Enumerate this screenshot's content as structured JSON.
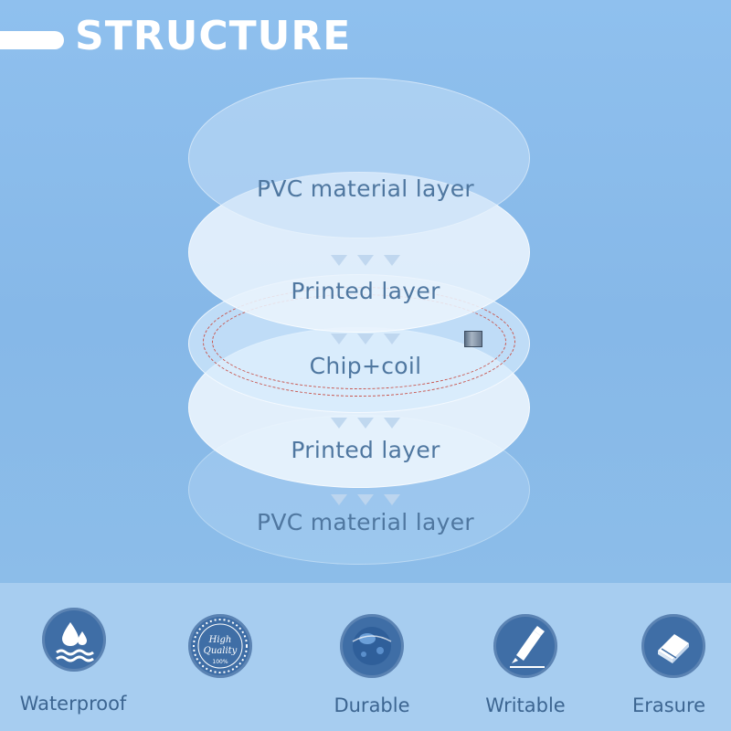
{
  "header": {
    "title": "STRUCTURE"
  },
  "layers": [
    {
      "label": "PVC material layer"
    },
    {
      "label": "Printed layer"
    },
    {
      "label": "Chip+coil"
    },
    {
      "label": "Printed layer"
    },
    {
      "label": "PVC material layer"
    }
  ],
  "features": [
    {
      "label": "Waterproof",
      "icon": "water-drop-icon"
    },
    {
      "label": "",
      "icon": "high-quality-seal-icon",
      "seal_text": [
        "High",
        "Quality",
        "100%"
      ]
    },
    {
      "label": "Durable",
      "icon": "durable-sphere-icon"
    },
    {
      "label": "Writable",
      "icon": "pencil-icon"
    },
    {
      "label": "Erasure",
      "icon": "eraser-icon"
    }
  ],
  "colors": {
    "background": "#8dbdea",
    "bottom_band": "#a7cdf0",
    "icon_circle": "#3f6ea6",
    "text": "#4f77a0",
    "coil": "#c8554e"
  }
}
